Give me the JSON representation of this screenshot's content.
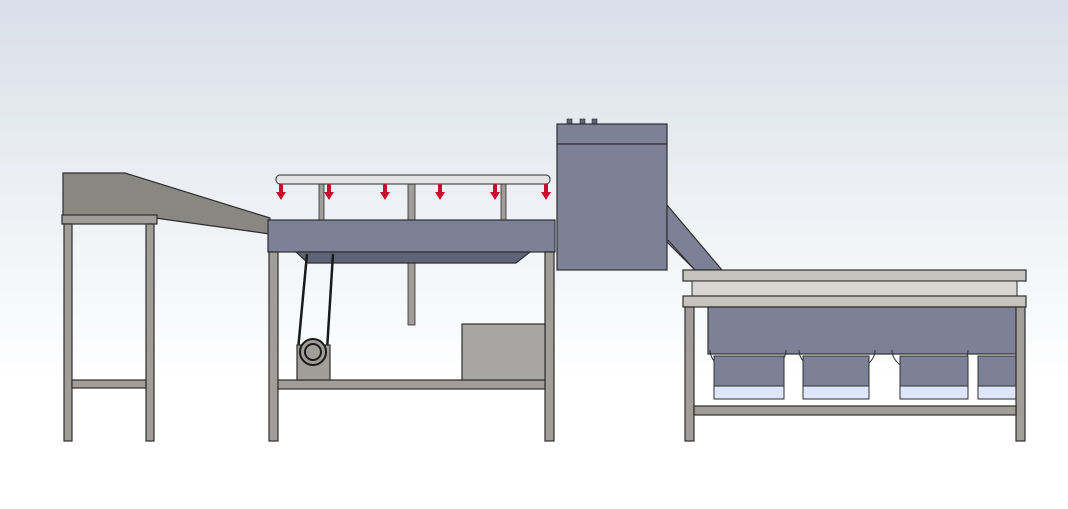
{
  "viewport": {
    "background_top": "#d9dfe9",
    "background_bottom": "#ffffff"
  },
  "colors": {
    "frame_fill": "#a19d98",
    "frame_stroke": "#2e2e2e",
    "chute_fill": "#8a8782",
    "body_fill": "#7d8197",
    "body_dark": "#5f6378",
    "tray_fill": "#c6c3bd",
    "nozzle_red": "#c8102e",
    "pipe_fill": "#e4e4e4",
    "water_blue": "#dfe6fb",
    "panel_fill": "#a7a6a2"
  },
  "machine": {
    "spray_nozzle_count": 6,
    "auger_trough_count": 3,
    "collection_bin_count": 4
  }
}
